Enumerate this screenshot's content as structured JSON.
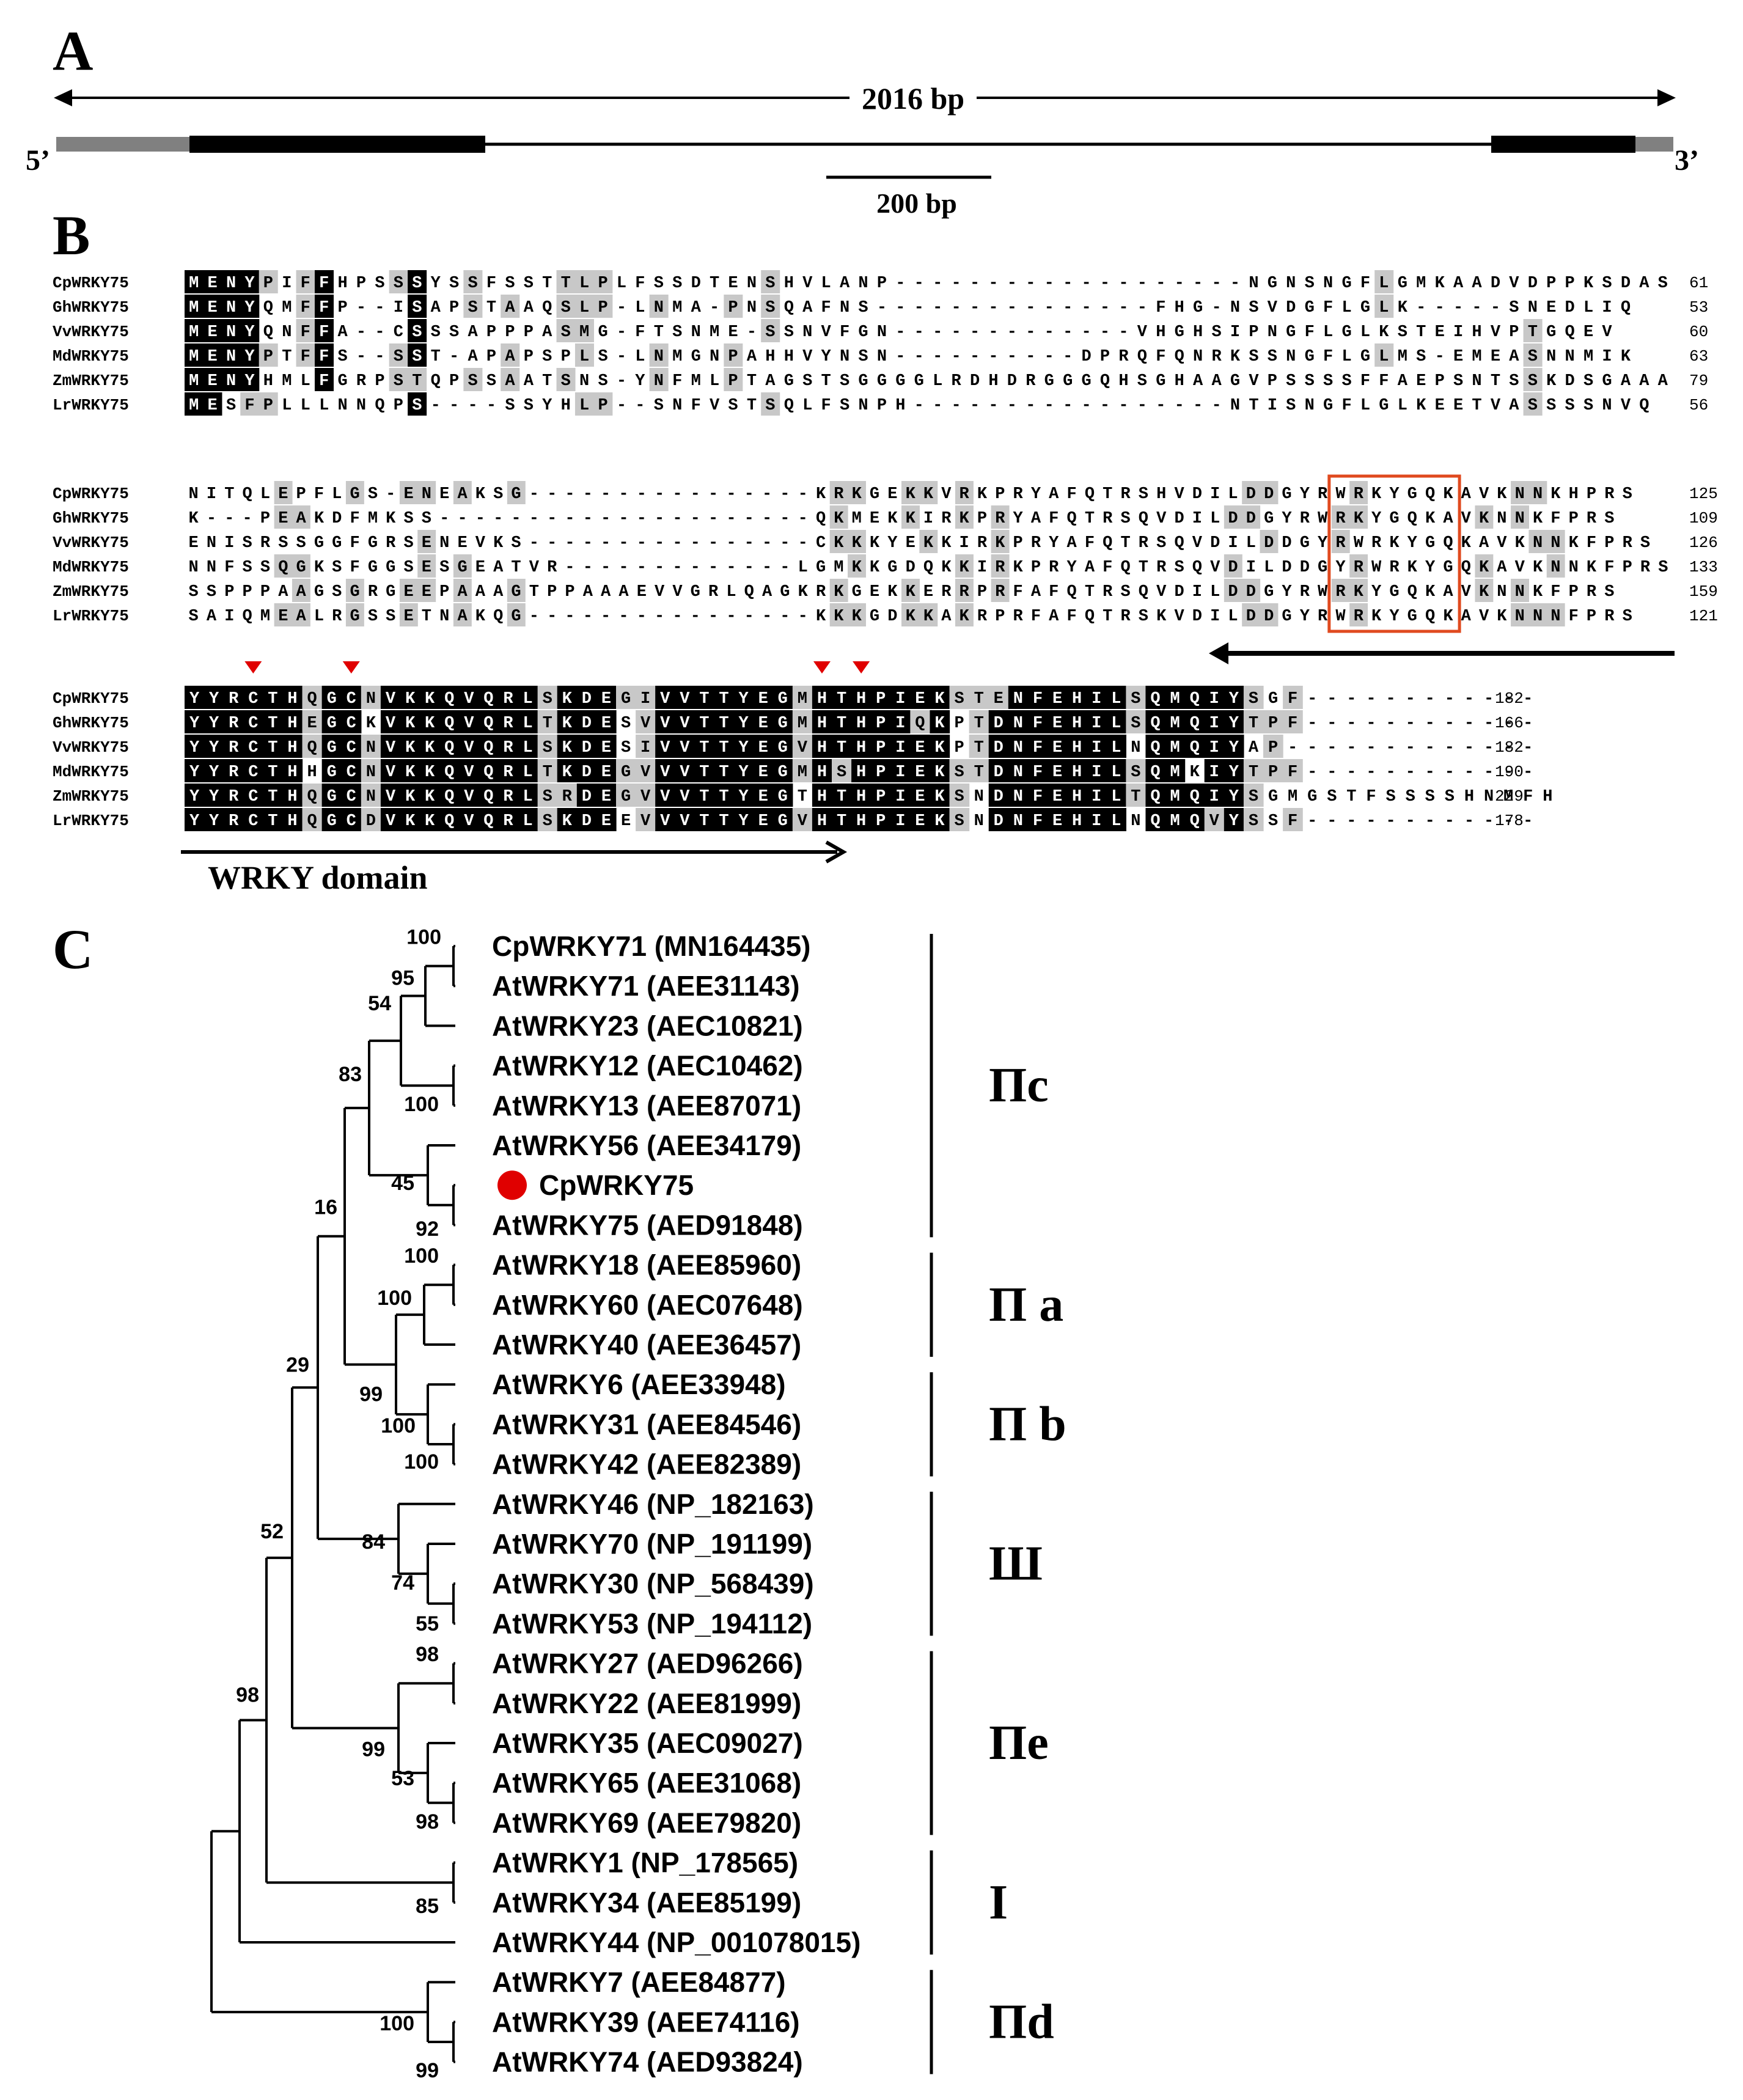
{
  "panels": {
    "a": "A",
    "b": "B",
    "c": "C"
  },
  "gene": {
    "length_label": "2016 bp",
    "scale_label": "200 bp",
    "five_prime": "5’",
    "three_prime": "3’",
    "colors": {
      "exon": "#000000",
      "utr": "#808080",
      "intron": "#000000"
    }
  },
  "alignment": {
    "domain_label": "WRKY domain",
    "shade_colors": {
      "identical": "#000000",
      "similar": "#c8c8c8",
      "box": "#e04a1f",
      "triangle": "#e00000"
    },
    "blocks": [
      {
        "rows": [
          {
            "name": "CpWRKY75",
            "seq": "MENYPIFFHPSSSYSSFSSTTLPLFSSDTENSHVLANP-------------------NGNSNGFLGMKAADVDPPKSDAS",
            "end": "61"
          },
          {
            "name": "GhWRKY75",
            "seq": "MENYQMFFP--ISAPSTAAQSLP-LNMA-PNSQAFNS---------------FHG-NSVDGFLGLK-----SNEDLIQ",
            "end": "53"
          },
          {
            "name": "VvWRKY75",
            "seq": "MENYQNFFA--CSSSAPPPASMG-FTSNME-SSNVFGN-------------VHGHSIPNGFLGLKSTEIHVPTGQEV",
            "end": "60"
          },
          {
            "name": "MdWRKY75",
            "seq": "MENYPTFFS--SST-APAPSPLS-LNMGNPAHHVYNSN----------DPRQFQNRKSSNGFLGLMS-EMEASNNMIK",
            "end": "63"
          },
          {
            "name": "ZmWRKY75",
            "seq": "MENYHMLFGRPSTQPSSAATSNS-YNFMLPTAGSTSGGGGLRDHDRGGGQHSGHAAGVPSSSSFFAEPSNTSSKDSGAAA",
            "end": "79"
          },
          {
            "name": "LrWRKY75",
            "seq": "MESFPLLLNNQPS----SSYHLP--SNFVSTSQLFSNPH-----------------NTISNGFLGLKEETVASSSSNVQ",
            "end": "56"
          }
        ]
      },
      {
        "rows": [
          {
            "name": "CpWRKY75",
            "seq": "NITQLEPFLGS-ENEAKSG----------------KRKGEKKVRKPRYAFQTRSHVDILDDGYRWRKYGQKAVKNNKHPRS",
            "end": "125"
          },
          {
            "name": "GhWRKY75",
            "seq": "K---PEAKDFMKSS---------------------QKMEKKIRKPRYAFQTRSQVDILDDGYRWRKYGQKAVKNNKFPRS",
            "end": "109"
          },
          {
            "name": "VvWRKY75",
            "seq": "ENISRSSGGFGRSENEVKS----------------CKKKYEKKIRKPRYAFQTRSQVDILDDGYRWRKYGQKAVKNNKFPRS",
            "end": "126"
          },
          {
            "name": "MdWRKY75",
            "seq": "NNFSSQGKSFGGSESGEATVR-------------LGMKKGDQKKIRKPRYAFQTRSQVDILDDGYRWRKYGQKAVKNNKFPRS",
            "end": "133"
          },
          {
            "name": "ZmWRKY75",
            "seq": "SSPPPAAGSGRGEEPAAAGTPPAAAEVVGRLQAGKRKGEKKERRPRFAFQTRSQVDILDDGYRWRKYGQKAVKNNKFPRS",
            "end": "159"
          },
          {
            "name": "LrWRKY75",
            "seq": "SAIQMEALRGSSETNAKQG----------------KKKGDKKAKRPRFAFQTRSKVDILDDGYRWRKYGQKAVKNNNFPRS",
            "end": "121"
          }
        ]
      },
      {
        "rows": [
          {
            "name": "CpWRKY75",
            "seq": "YYRCTHQGCNVKKQVQRLSKDEGIVVTTYEGMHTHPIEKSTENFEHILSQMQIYSGF------------",
            "end": "182"
          },
          {
            "name": "GhWRKY75",
            "seq": "YYRCTHEGCKVKKQVQRLTKDESVVVTTYEGMHTHPIQKPTDNFEHILSQMQIYTPF------------",
            "end": "166"
          },
          {
            "name": "VvWRKY75",
            "seq": "YYRCTHQGCNVKKQVQRLSKDESIVVTTYEGVHTHPIEKPTDNFEHILNQMQIYAP-------------",
            "end": "182"
          },
          {
            "name": "MdWRKY75",
            "seq": "YYRCTHHGCNVKKQVQRLTKDEGVVVTTYEGMHSHPIEKSTDNFEHILSQMKIYTPF------------",
            "end": "190"
          },
          {
            "name": "ZmWRKY75",
            "seq": "YYRCTHQGCNVKKQVQRLSRDEGVVVTTYEGTHTHPIEKSNDNFEHILTQMQIYSGMGSTFSSSSHNMFH",
            "end": "229"
          },
          {
            "name": "LrWRKY75",
            "seq": "YYRCTHQGCDVKKQVQRLSKDEEVVVTTYEGVHTHPIEKSNDNFEHILNQMQVYSSF------------",
            "end": "178"
          }
        ]
      }
    ]
  },
  "tree": {
    "leaves": [
      "CpWRKY71 (MN164435)",
      "AtWRKY71 (AEE31143)",
      "AtWRKY23 (AEC10821)",
      "AtWRKY12 (AEC10462)",
      "AtWRKY13 (AEE87071)",
      "AtWRKY56 (AEE34179)",
      "CpWRKY75",
      "AtWRKY75 (AED91848)",
      "AtWRKY18 (AEE85960)",
      "AtWRKY60 (AEC07648)",
      "AtWRKY40 (AEE36457)",
      "AtWRKY6 (AEE33948)",
      "AtWRKY31 (AEE84546)",
      "AtWRKY42 (AEE82389)",
      "AtWRKY46 (NP_182163)",
      "AtWRKY70 (NP_191199)",
      "AtWRKY30 (NP_568439)",
      "AtWRKY53 (NP_194112)",
      "AtWRKY27 (AED96266)",
      "AtWRKY22 (AEE81999)",
      "AtWRKY35 (AEC09027)",
      "AtWRKY65 (AEE31068)",
      "AtWRKY69 (AEE79820)",
      "AtWRKY1 (NP_178565)",
      "AtWRKY34 (AEE85199)",
      "AtWRKY44 (NP_001078015)",
      "AtWRKY7 (AEE84877)",
      "AtWRKY39 (AEE74116)",
      "AtWRKY74 (AED93824)"
    ],
    "bootstrap": [
      "100",
      "95",
      "54",
      "83",
      "100",
      "45",
      "92",
      "16",
      "100",
      "100",
      "29",
      "99",
      "100",
      "100",
      "52",
      "84",
      "74",
      "55",
      "98",
      "98",
      "99",
      "53",
      "98",
      "85",
      "100",
      "99"
    ],
    "groups": [
      "Πc",
      "Π a",
      "Π b",
      "Ш",
      "Πe",
      "I",
      "Πd"
    ],
    "highlight_color": "#e00000"
  }
}
